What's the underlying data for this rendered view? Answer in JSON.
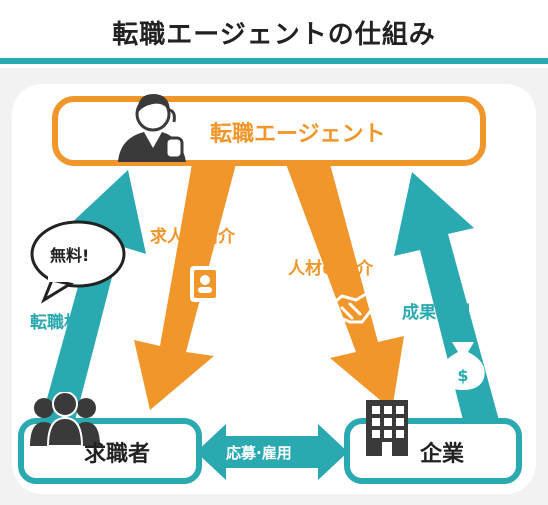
{
  "title": "転職エージェントの仕組み",
  "agent_label": "転職エージェント",
  "seeker_label": "求職者",
  "company_label": "企業",
  "intro_jobs_label": "求人の紹介",
  "intro_people_label": "人材の紹介",
  "consult_label": "転職相談",
  "reward_label": "成果報酬",
  "apply_hire_label": "応募·雇用",
  "free_bubble_label": "無料!",
  "colors": {
    "teal": "#2aa9b0",
    "orange": "#f0962a",
    "dark": "#222222",
    "background": "#f2f2f2"
  }
}
